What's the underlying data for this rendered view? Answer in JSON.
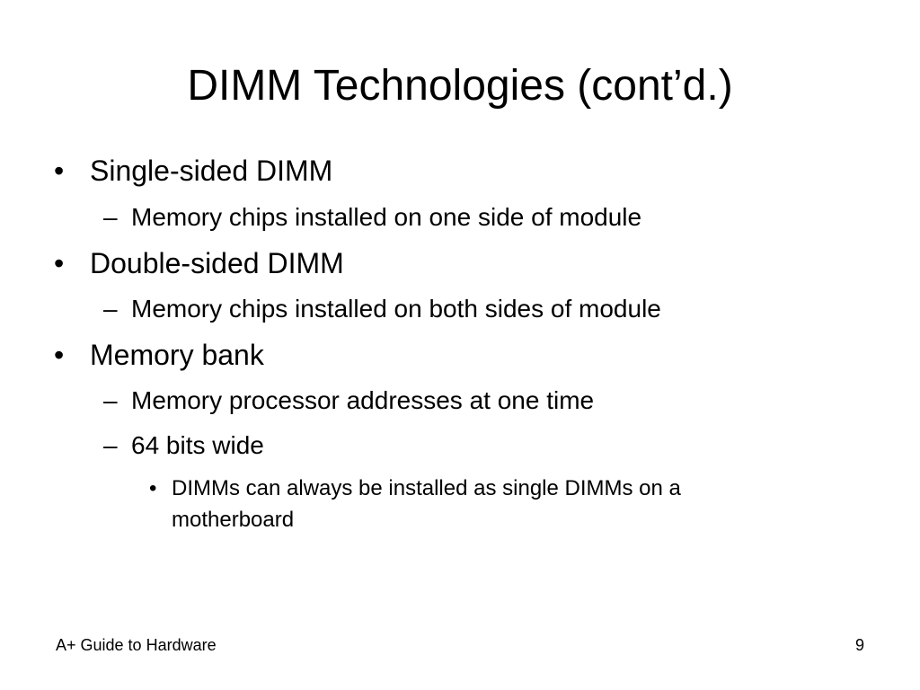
{
  "slide": {
    "title": "DIMM Technologies (cont’d.)",
    "bullets": [
      {
        "marker": "•",
        "text": "Single-sided DIMM"
      },
      {
        "marker": "–",
        "text": "Memory chips installed on one side of module"
      },
      {
        "marker": "•",
        "text": "Double-sided DIMM"
      },
      {
        "marker": "–",
        "text": "Memory chips installed on both sides of module"
      },
      {
        "marker": "•",
        "text": "Memory bank"
      },
      {
        "marker": "–",
        "text": "Memory processor addresses at one time"
      },
      {
        "marker": "–",
        "text": "64 bits wide"
      },
      {
        "marker": "•",
        "text": "DIMMs can always be installed as single DIMMs on a"
      },
      {
        "text": "motherboard"
      }
    ],
    "footer": {
      "left": "A+ Guide to Hardware",
      "page_number": "9"
    }
  }
}
